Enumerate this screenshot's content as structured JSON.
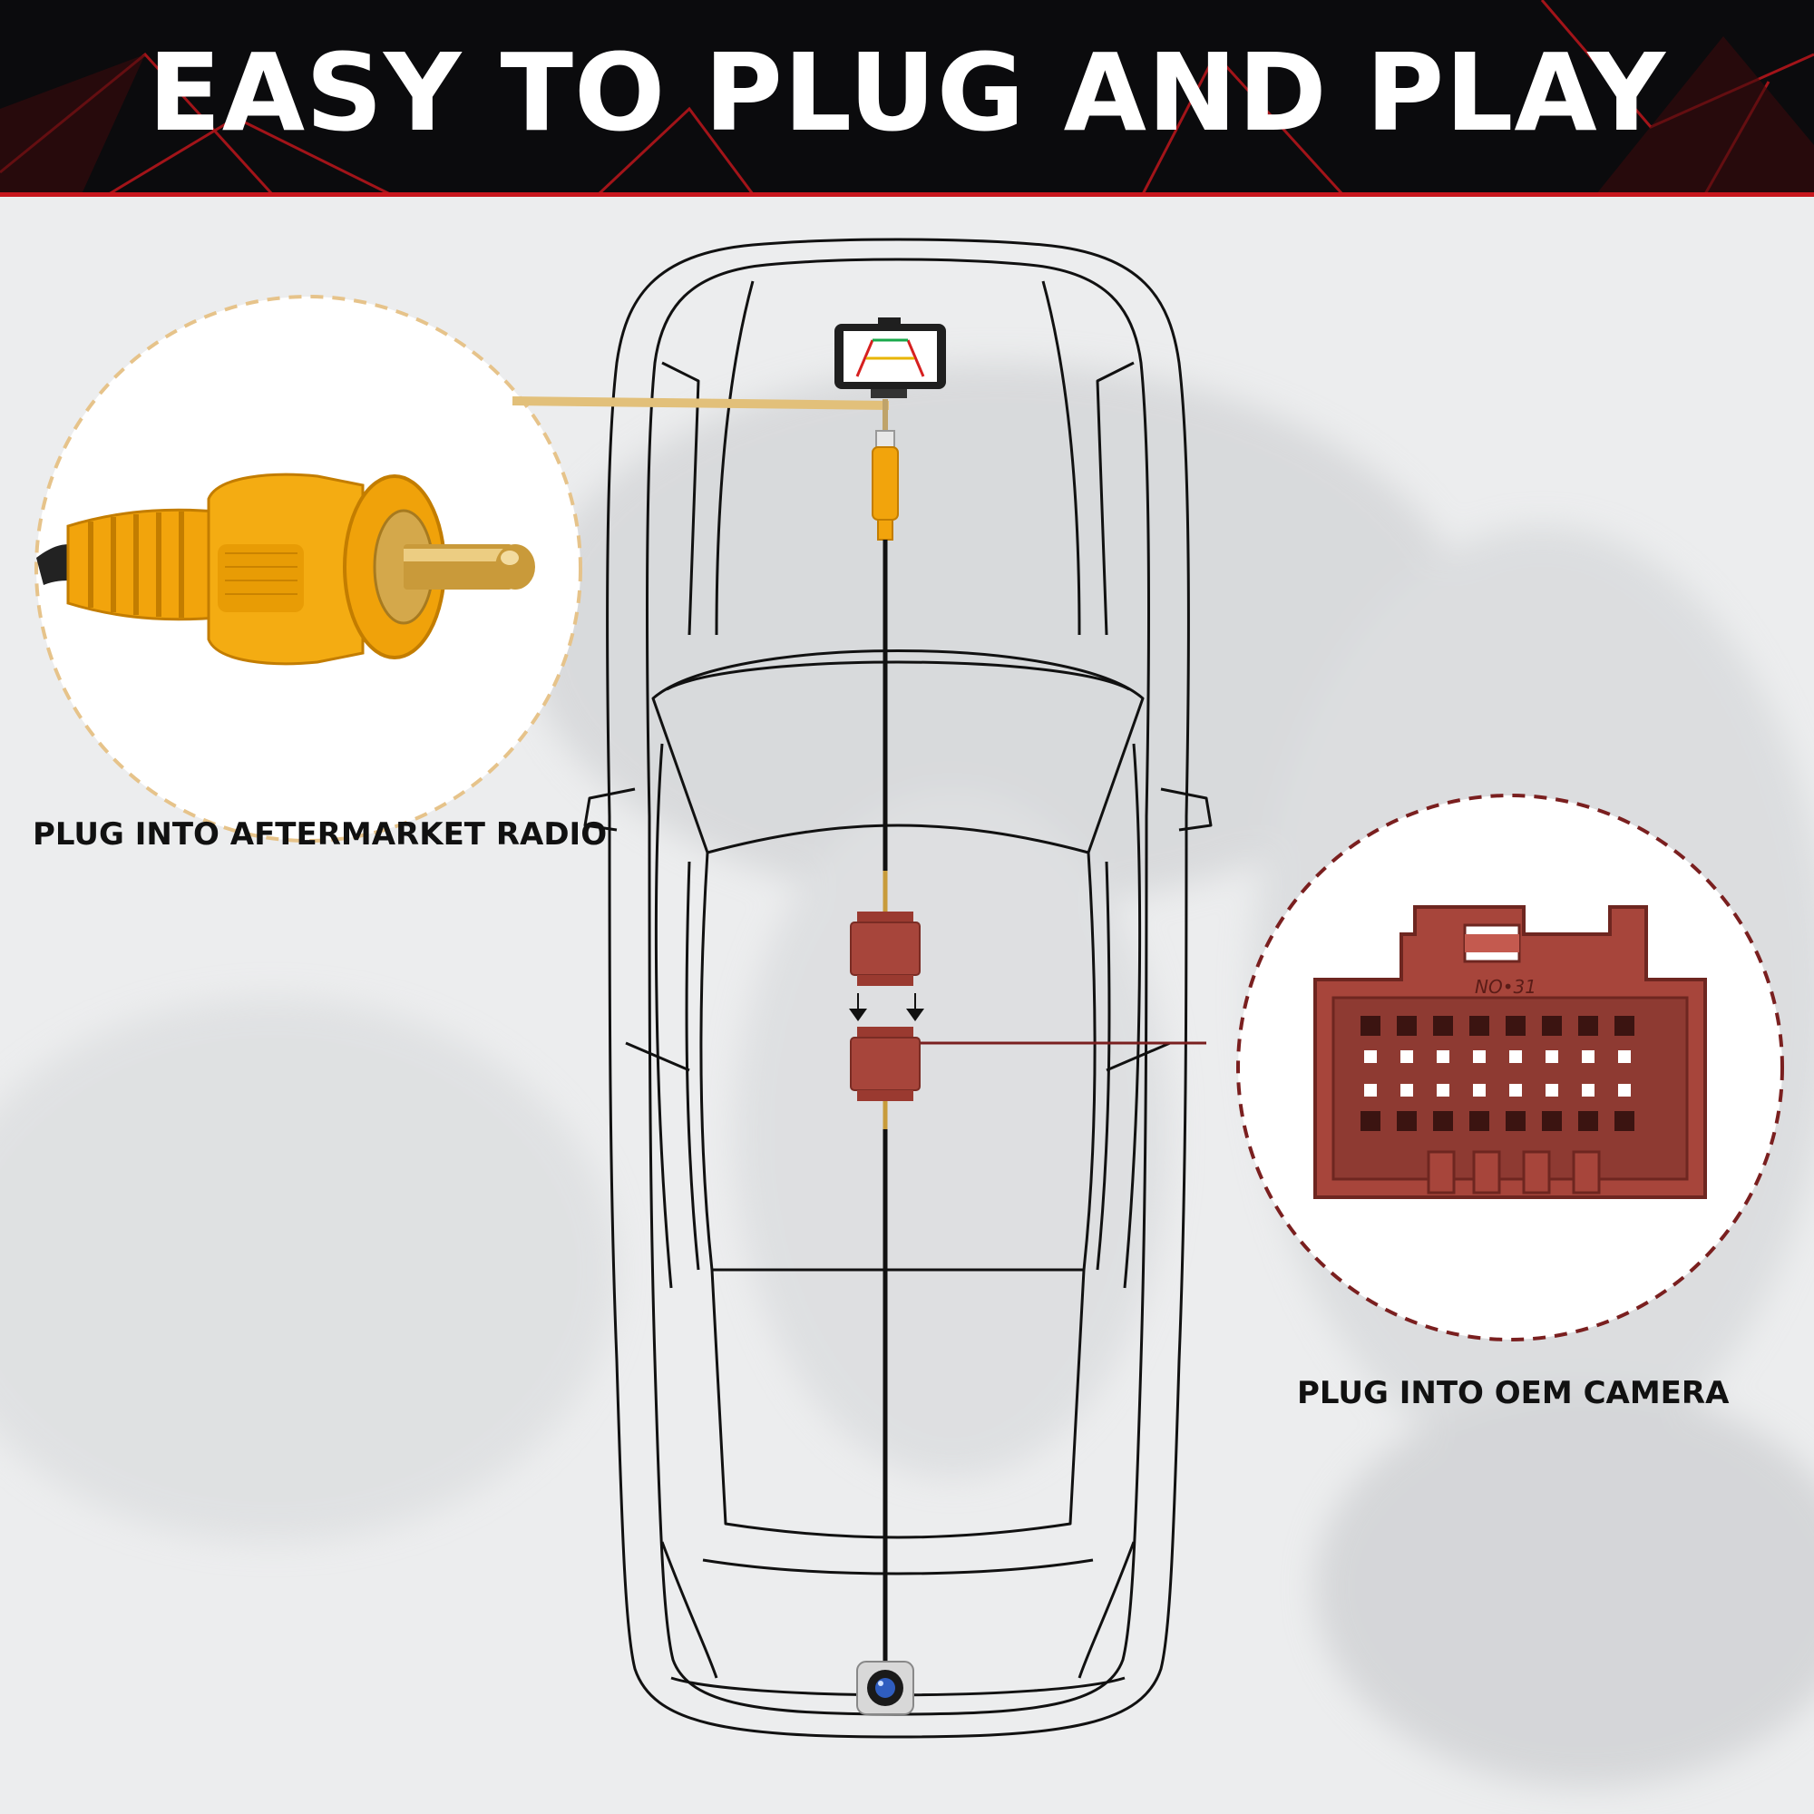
{
  "header": {
    "title": "EASY TO PLUG AND PLAY"
  },
  "callouts": {
    "radio_label": "PLUG INTO AFTERMARKET RADIO",
    "camera_label": "PLUG INTO OEM CAMERA"
  },
  "colors": {
    "header_bg": "#0b0b0d",
    "accent_red": "#c8171d",
    "rca_yellow": "#f2a40c",
    "connector_red": "#9a3a30",
    "radio_dash": "#e6c38a",
    "camera_dash": "#7a1f1f"
  },
  "icons": [
    "rca-plug-icon",
    "harness-connector-icon",
    "display-monitor-icon",
    "backup-camera-icon",
    "arrow-down-icon"
  ]
}
